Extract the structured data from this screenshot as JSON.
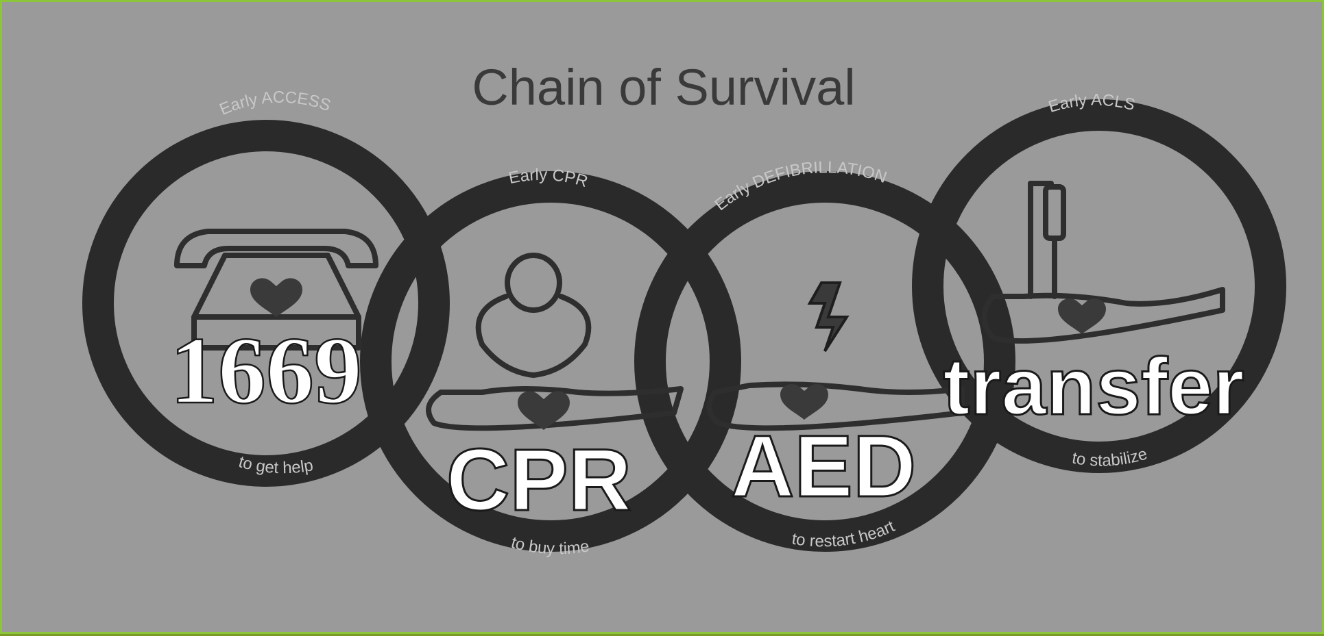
{
  "title": "Chain of Survival",
  "links": [
    {
      "top_label": "Early ACCESS",
      "bottom_label": "to get help",
      "overlay": "1669",
      "icon": "telephone-icon"
    },
    {
      "top_label": "Early CPR",
      "bottom_label": "to buy time",
      "overlay": "CPR",
      "icon": "cpr-person-icon"
    },
    {
      "top_label": "Early DEFIBRILLATION",
      "bottom_label": "to restart heart",
      "overlay": "AED",
      "icon": "defibrillation-icon"
    },
    {
      "top_label": "Early ACLS",
      "bottom_label": "to stabilize",
      "overlay": "transfer",
      "icon": "iv-patient-icon"
    }
  ],
  "colors": {
    "background": "#9a9a9a",
    "ring": "#2a2a2a",
    "ring_text": "#c8c8c8",
    "frame": "#8cc43a"
  }
}
